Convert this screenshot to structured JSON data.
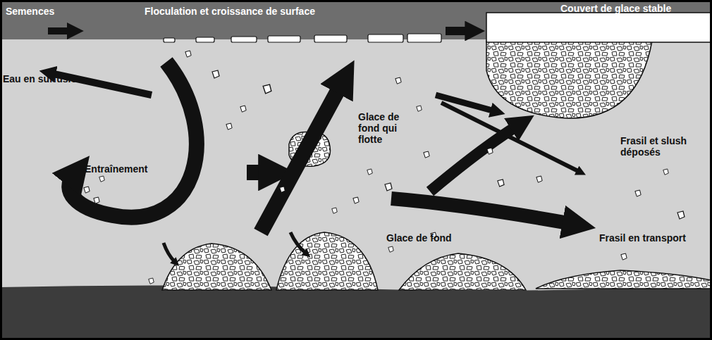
{
  "diagram": {
    "labels": [
      "Semences",
      "Floculation et croissance de surface",
      "Couvert de glace stable",
      "Eau en surfusion",
      "Entraînement",
      "Glace de fond qui flotte",
      "Frasil et slush déposés",
      "Glace de fond",
      "Frasil en transport"
    ]
  }
}
